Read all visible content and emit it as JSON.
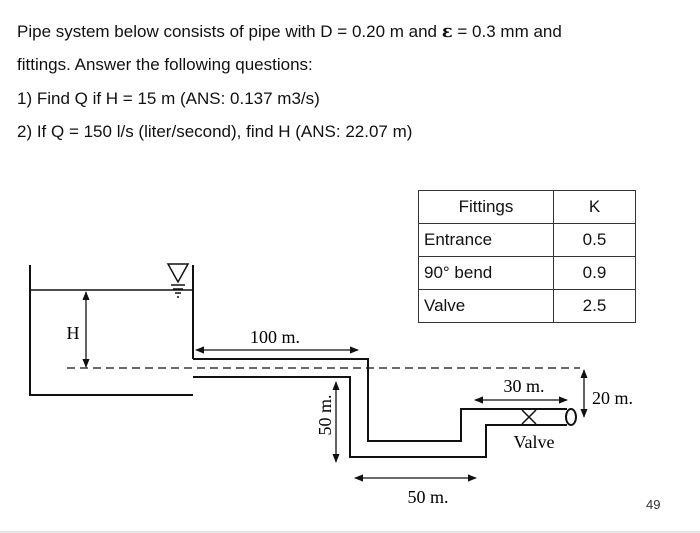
{
  "problem": {
    "line1_part1": "Pipe system below consists of pipe with D = 0.20 m and ",
    "epsilon_symbol": "ε",
    "line1_part2": " = 0.3 mm and",
    "line2": "fittings. Answer the following questions:",
    "line3": "1) Find Q if H = 15 m (ANS: 0.137 m3/s)",
    "line4": "2) If Q = 150 l/s (liter/second), find H (ANS: 22.07 m)"
  },
  "fittings_table": {
    "headers": [
      "Fittings",
      "K"
    ],
    "rows": [
      {
        "fitting": "Entrance",
        "k": "0.5"
      },
      {
        "fitting": "90° bend",
        "k": "0.9"
      },
      {
        "fitting": "Valve",
        "k": "2.5"
      }
    ]
  },
  "diagram": {
    "label_H": "H",
    "label_pipe1": "100 m.",
    "label_vertical": "50 m.",
    "label_bottom": "50 m.",
    "label_pipe_end": "30 m.",
    "label_drop": "20 m.",
    "label_valve": "Valve"
  },
  "page_number": "49"
}
